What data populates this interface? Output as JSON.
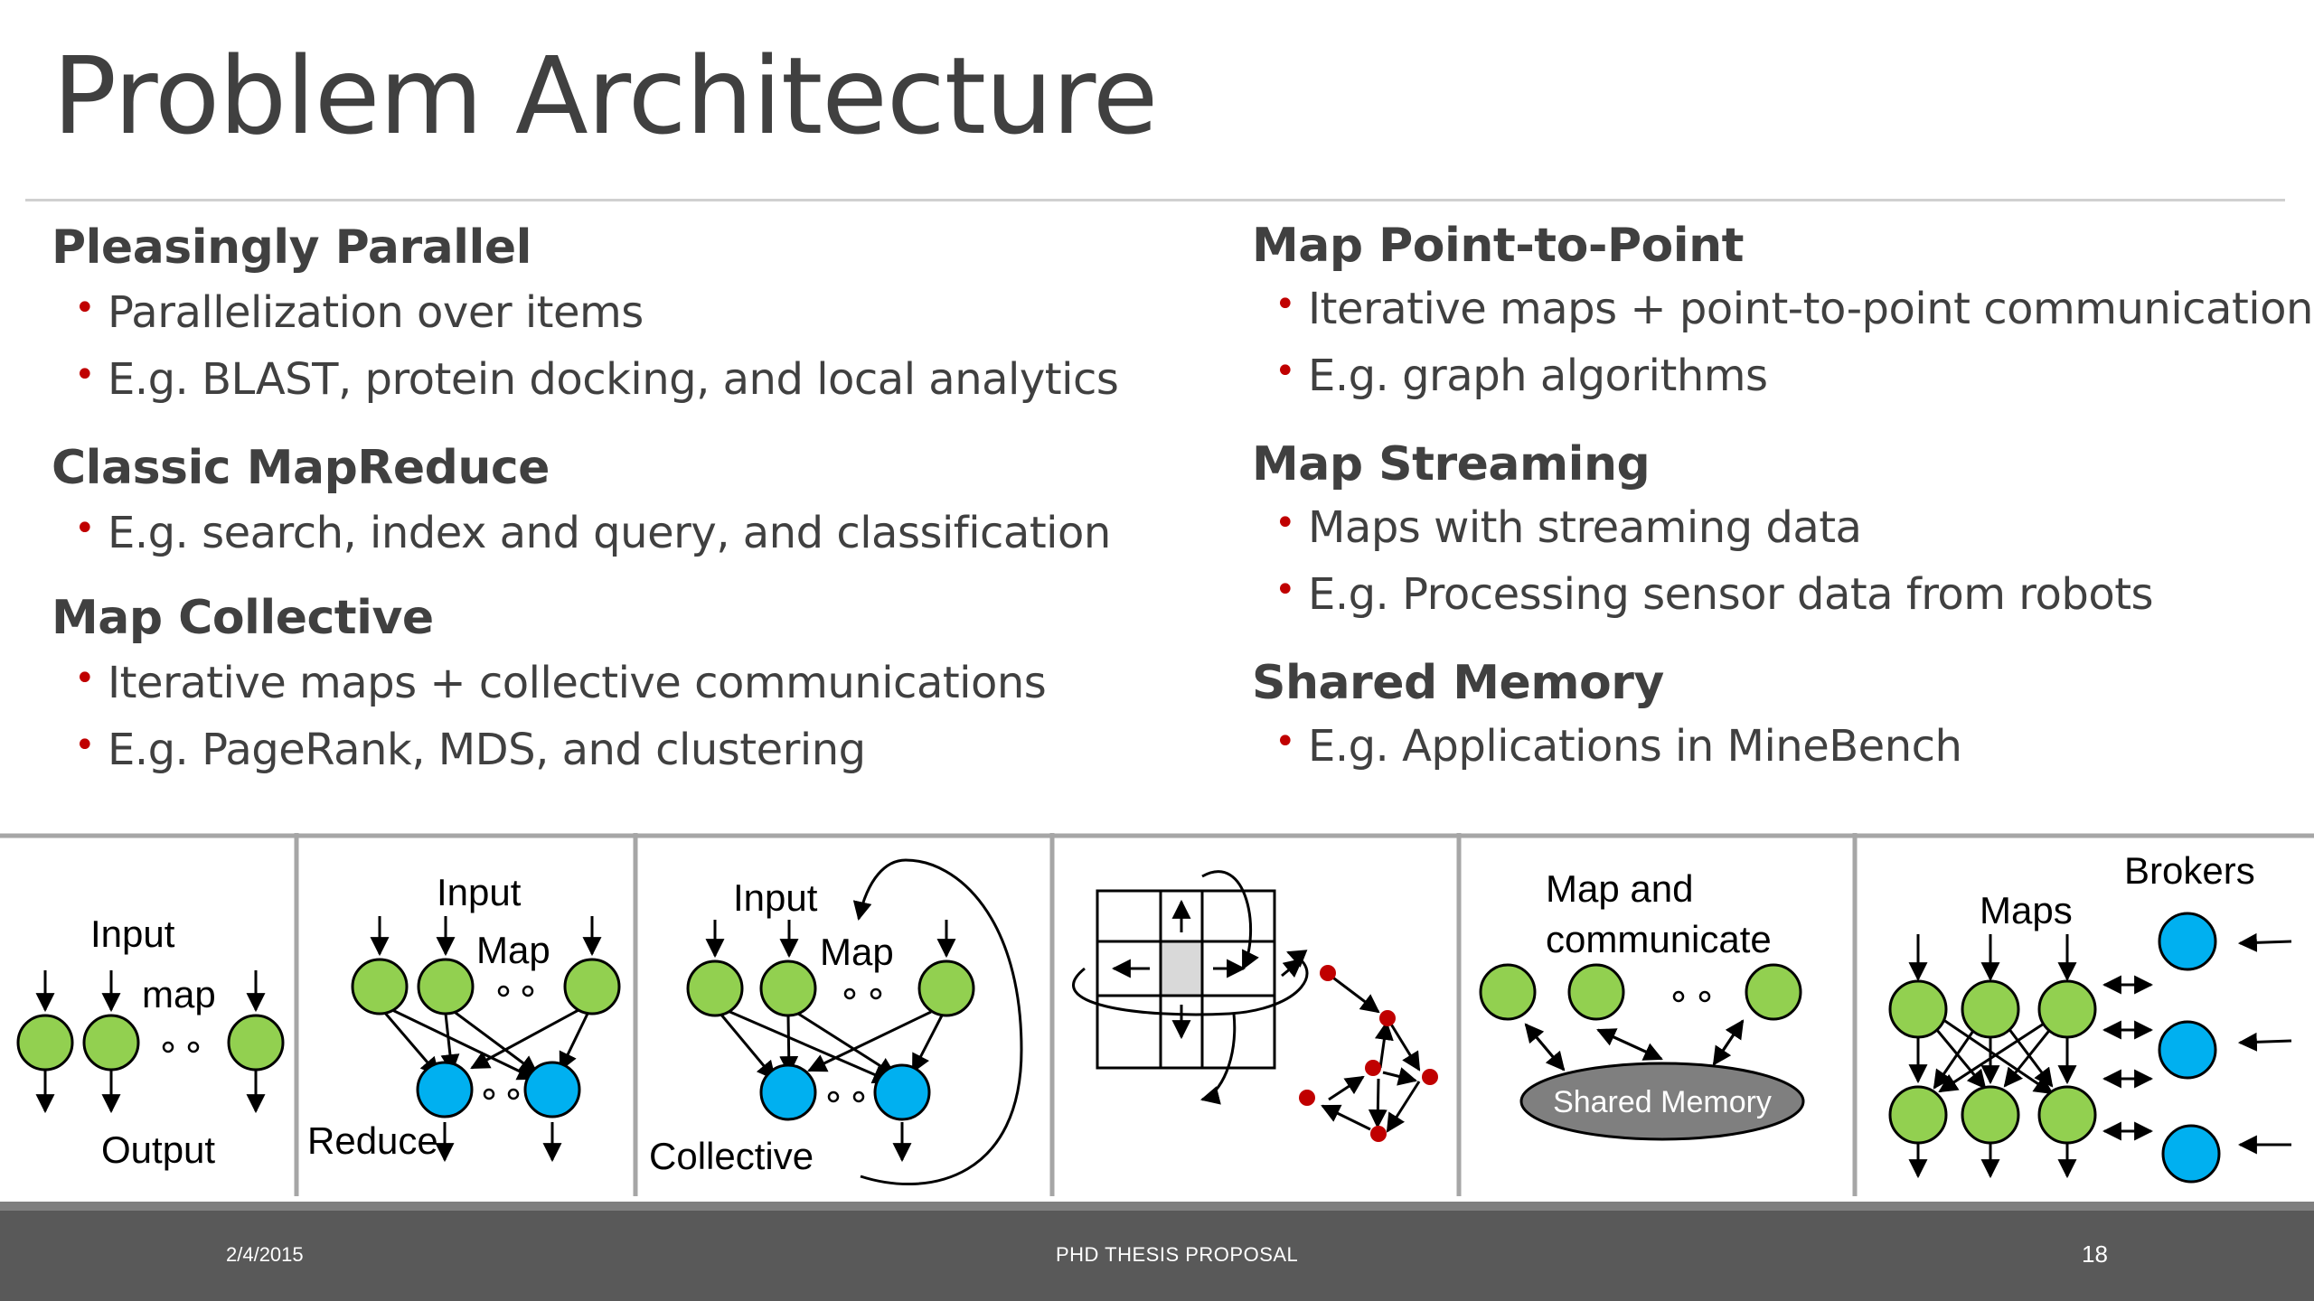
{
  "slide": {
    "title": "Problem Architecture",
    "left_sections": [
      {
        "heading": "Pleasingly Parallel",
        "bullets": [
          "Parallelization over items",
          "E.g. BLAST, protein docking, and local analytics"
        ]
      },
      {
        "heading": "Classic MapReduce",
        "bullets": [
          "E.g. search, index and query, and classification"
        ]
      },
      {
        "heading": "Map Collective",
        "bullets": [
          "Iterative maps + collective communications",
          "E.g. PageRank, MDS, and clustering"
        ]
      }
    ],
    "right_sections": [
      {
        "heading": "Map Point-to-Point",
        "bullets": [
          "Iterative maps + point-to-point communications",
          "E.g. graph algorithms"
        ]
      },
      {
        "heading": "Map Streaming",
        "bullets": [
          "Maps with streaming data",
          "E.g. Processing sensor data from robots"
        ]
      },
      {
        "heading": "Shared Memory",
        "bullets": [
          "E.g. Applications in MineBench"
        ]
      }
    ]
  },
  "diagrams": {
    "p1": {
      "input": "Input",
      "map": "map",
      "output": "Output"
    },
    "p2": {
      "input": "Input",
      "map": "Map",
      "reduce": "Reduce"
    },
    "p3": {
      "input": "Input",
      "map": "Map",
      "collective": "Collective"
    },
    "p5": {
      "line1": "Map and",
      "line2": "communicate",
      "shared": "Shared Memory"
    },
    "p6": {
      "maps": "Maps",
      "brokers": "Brokers"
    }
  },
  "colors": {
    "green": "#92d050",
    "blue": "#00b0f0",
    "red": "#c00000",
    "gray": "#808080",
    "footer": "#595959",
    "bullet": "#c00000"
  },
  "footer": {
    "date": "2/4/2015",
    "center": "PHD THESIS PROPOSAL",
    "page": "18"
  }
}
